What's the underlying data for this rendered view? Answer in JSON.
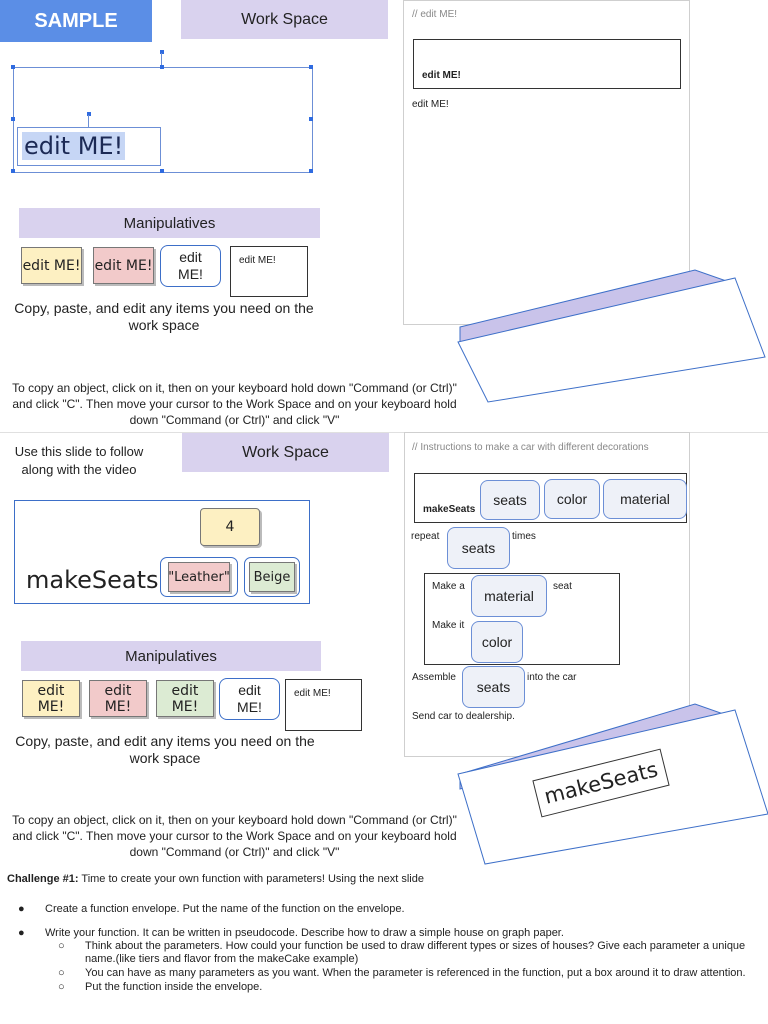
{
  "slide1": {
    "badge": "SAMPLE",
    "workspace_title": "Work Space",
    "selected_text": "edit ME!",
    "manipulatives_title": "Manipulatives",
    "cards": [
      "edit ME!",
      "edit ME!",
      "edit\nME!",
      "edit ME!"
    ],
    "copy_note": "Copy, paste, and edit any items you need on the work space",
    "instructions": "To copy an object, click on it, then on your keyboard hold down \"Command (or Ctrl)\" and click \"C\". Then move your cursor to the Work Space and on your keyboard hold down \"Command (or Ctrl)\" and click \"V\"",
    "doc": {
      "comment": "// edit ME!",
      "box_label": "edit ME!",
      "body_text": "edit ME!"
    }
  },
  "slide2": {
    "intro": "Use this slide to follow along with the video",
    "workspace_title": "Work Space",
    "function_name": "makeSeats",
    "param_count": "4",
    "param_material": "\"Leather\"",
    "param_color": "Beige",
    "manipulatives_title": "Manipulatives",
    "cards": [
      "edit ME!",
      "edit ME!",
      "edit ME!",
      "edit\nME!",
      "edit ME!"
    ],
    "copy_note": "Copy, paste, and edit any items you need on the work space",
    "instructions": "To copy an object, click on it, then on your keyboard hold down \"Command (or Ctrl)\" and click \"C\". Then move your cursor to the Work Space and on your keyboard hold down \"Command (or Ctrl)\" and click \"V\"",
    "doc": {
      "comment": "//  Instructions to make a car with different decorations",
      "def_name": "makeSeats",
      "params": [
        "seats",
        "color",
        "material"
      ],
      "repeat": "repeat",
      "times": "times",
      "make_a": "Make a",
      "seat": "seat",
      "make_it": "Make it",
      "assemble": "Assemble",
      "into_car": "into the car",
      "send": "Send car to dealership.",
      "chip_seats": "seats",
      "chip_material": "material",
      "chip_color": "color"
    },
    "envelope_label": "makeSeats"
  },
  "challenge": {
    "title": "Challenge #1:",
    "title_rest": " Time to create your own function with parameters!  Using the next slide",
    "bullet1": "Create a function envelope. Put the name of the function on the envelope.",
    "bullet2": "Write your function. It can be written in pseudocode. Describe how to draw a simple house on graph paper.",
    "sub1": "Think about the parameters. How could your function be used to draw different types or sizes of houses? Give each parameter a unique name.(like tiers and flavor from the makeCake example)",
    "sub2": "You can have as many parameters as you want. When the parameter is referenced in the function, put a box around it to draw attention.",
    "sub3": "Put the function inside the envelope."
  },
  "colors": {
    "accent": "#5b8ee6",
    "lavender": "#d9d2ee",
    "yellow": "#fdf0c2",
    "pink": "#f2caca",
    "green": "#dcebd3"
  }
}
